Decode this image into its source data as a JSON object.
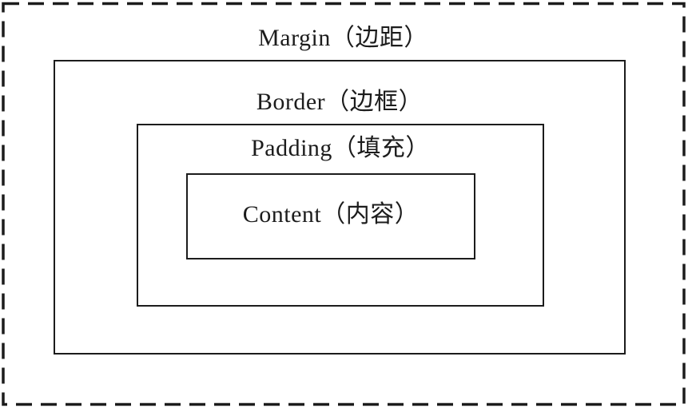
{
  "diagram": {
    "type": "nested-box-model",
    "layers": [
      {
        "name": "margin",
        "label": "Margin（边距）",
        "border_style": "dashed"
      },
      {
        "name": "border",
        "label": "Border（边框）",
        "border_style": "solid"
      },
      {
        "name": "padding",
        "label": "Padding（填充）",
        "border_style": "solid"
      },
      {
        "name": "content",
        "label": "Content（内容）",
        "border_style": "solid"
      }
    ],
    "colors": {
      "line": "#1c1c1c",
      "background": "#ffffff",
      "text": "#1c1c1c"
    }
  }
}
